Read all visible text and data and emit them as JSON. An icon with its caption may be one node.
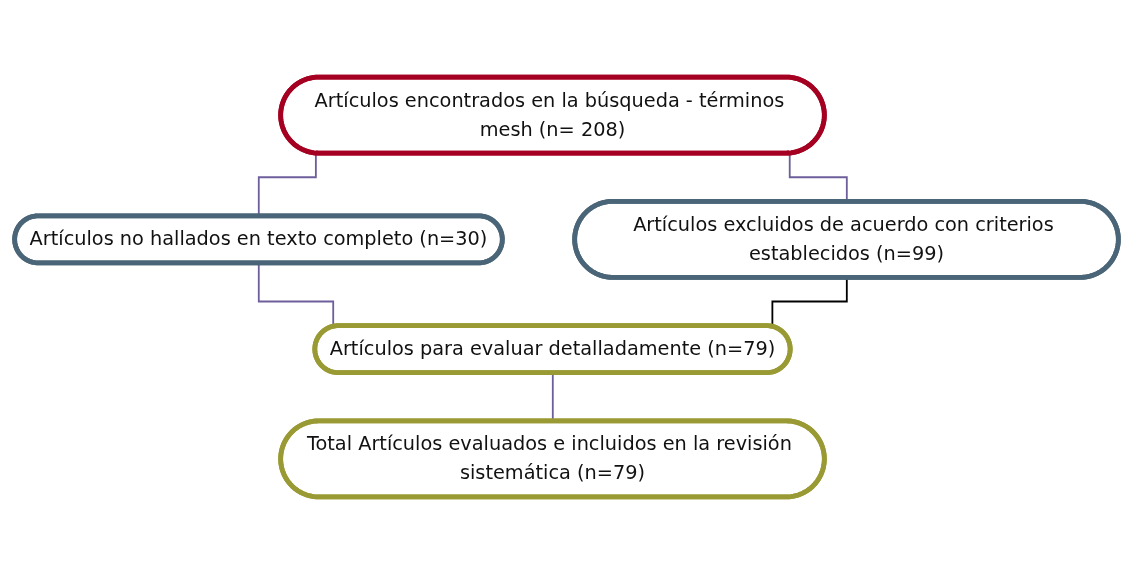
{
  "diagram": {
    "nodes": [
      {
        "text": [
          "Artículos encontrados en la búsqueda - términos mesh (n= 208)"
        ]
      },
      {
        "text": [
          "Artículos no hallados en texto completo (n=30)"
        ]
      },
      {
        "text": [
          "Artículos excluidos de acuerdo con criterios establecidos (n=99)"
        ]
      },
      {
        "text": [
          "Artículos para evaluar detalladamente (n=79)"
        ]
      },
      {
        "text": [
          "Total Artículos evaluados e incluidos en la revisión sistemática (n=79)"
        ]
      }
    ],
    "edges": [
      {
        "from": 0,
        "to": 1,
        "arrow": "none"
      },
      {
        "from": 0,
        "to": 2,
        "arrow": "none"
      },
      {
        "from": 1,
        "to": 3,
        "arrow": "none"
      },
      {
        "from": 2,
        "to": 3,
        "arrow": "none",
        "color": "#000000"
      },
      {
        "from": 3,
        "to": 4,
        "arrow": "none"
      }
    ]
  }
}
